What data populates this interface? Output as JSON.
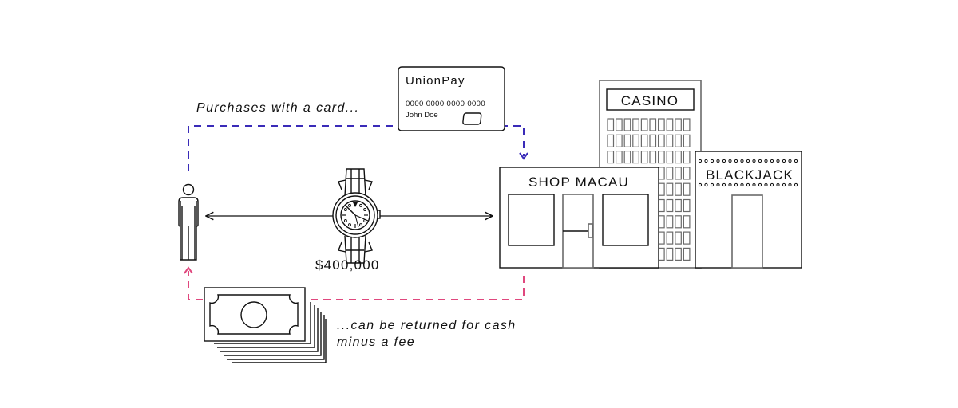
{
  "diagram": {
    "title": "Macau shop card-to-cash scheme",
    "colors": {
      "ink": "#111111",
      "purchase_flow": "#3a2bb8",
      "refund_flow": "#e0487e",
      "building_outline": "#6a6a6a"
    },
    "labels": {
      "purchase_caption": "Purchases with a card...",
      "refund_caption_line1": "...can be returned for cash",
      "refund_caption_line2": "minus a fee",
      "price": "$400,000"
    },
    "card": {
      "brand": "UnionPay",
      "number": "0000 0000 0000 0000",
      "holder": "John Doe",
      "icon": "credit-card-icon"
    },
    "buildings": {
      "shop_sign": "SHOP MACAU",
      "casino_sign": "CASINO",
      "blackjack_sign": "BLACKJACK"
    },
    "nodes": [
      {
        "id": "person",
        "icon": "person-icon"
      },
      {
        "id": "watch",
        "icon": "wristwatch-icon"
      },
      {
        "id": "shop",
        "icon": "storefront-icon"
      },
      {
        "id": "casino",
        "icon": "casino-building-icon"
      },
      {
        "id": "cash",
        "icon": "banknote-stack-icon"
      }
    ],
    "edges": [
      {
        "from": "person",
        "to": "shop",
        "style": "dashed",
        "color": "#3a2bb8",
        "label": "Purchases with a card..."
      },
      {
        "from": "shop",
        "to": "person",
        "style": "dashed",
        "color": "#e0487e",
        "label": "...can be returned for cash minus a fee"
      },
      {
        "from": "person",
        "to": "shop",
        "style": "solid-bidirectional",
        "color": "#111111",
        "label": "$400,000"
      }
    ]
  }
}
